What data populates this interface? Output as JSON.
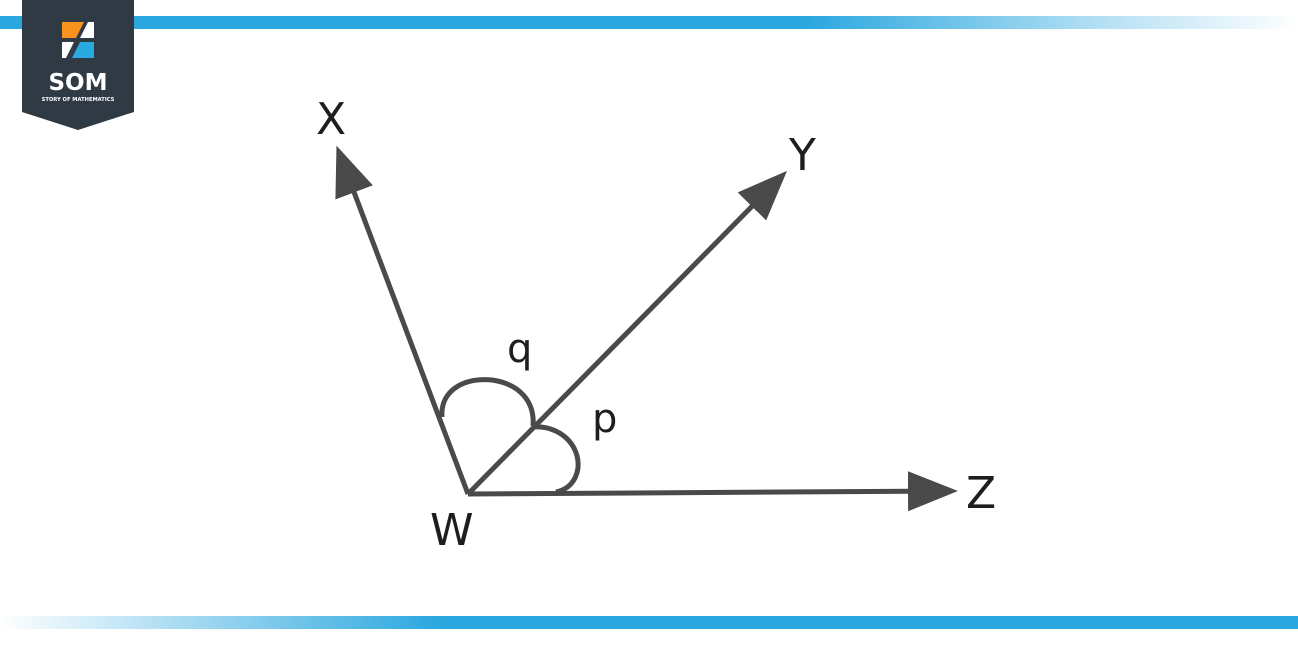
{
  "logo": {
    "mark": "SOM",
    "tagline": "STORY OF MATHEMATICS",
    "colors": {
      "badge": "#2f3a45",
      "orange": "#f7931e",
      "blue": "#29abe2"
    }
  },
  "accent_color": "#2aa7df",
  "diagram": {
    "points": {
      "vertex": "W",
      "ray_x": "X",
      "ray_y": "Y",
      "ray_z": "Z"
    },
    "angles": {
      "xwy": "q",
      "ywz": "p"
    },
    "line_color": "#4a4a4a"
  }
}
